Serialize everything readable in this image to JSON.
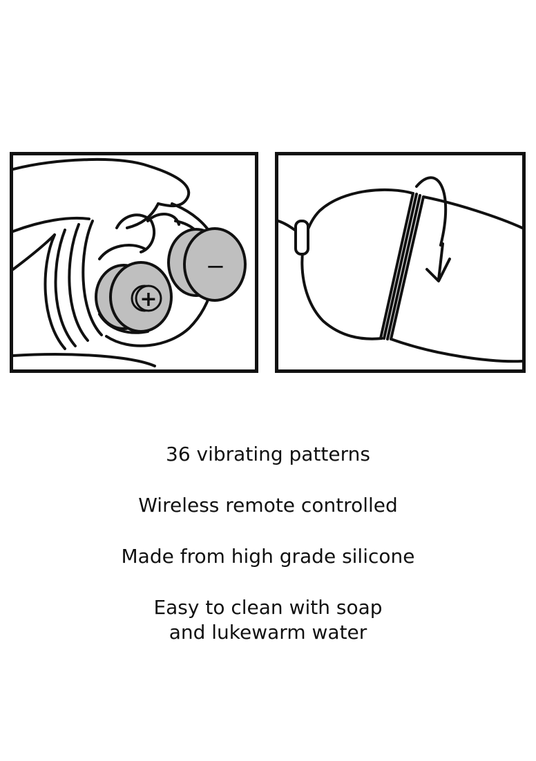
{
  "illustrations": {
    "battery_panel": {
      "plus_symbol": "+",
      "minus_symbol": "−"
    },
    "twist_panel": {}
  },
  "features": [
    "36 vibrating patterns",
    "Wireless remote controlled",
    "Made from high grade silicone",
    "Easy to clean with soap\n and lukewarm water"
  ],
  "colors": {
    "ink": "#111111",
    "battery_fill": "#bfbfbf",
    "paper": "#ffffff"
  }
}
